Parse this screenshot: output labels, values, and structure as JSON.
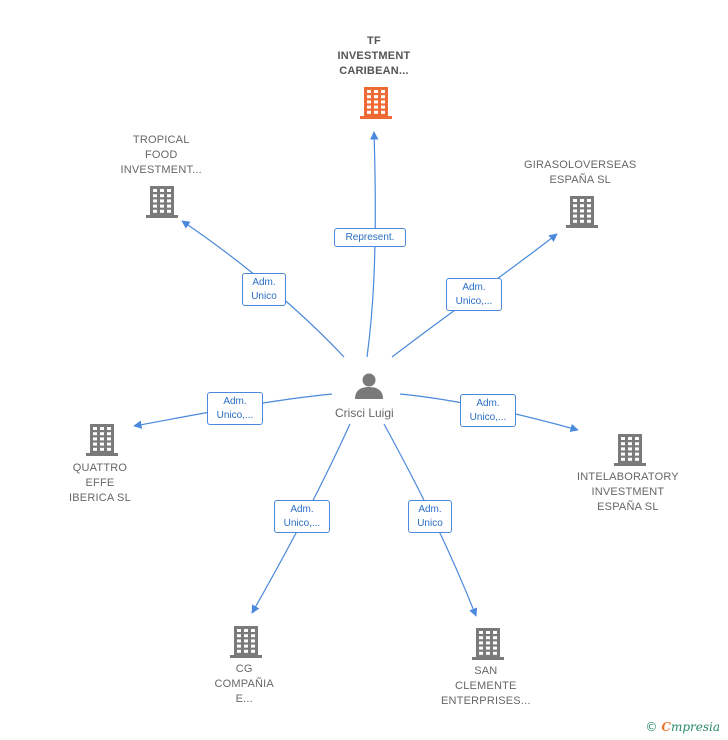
{
  "center": {
    "name": "Crisci Luigi",
    "icon": "person-icon"
  },
  "colors": {
    "edge": "#4a89dc",
    "building": "#7a7a7a",
    "building_main": "#f06a35"
  },
  "nodes": [
    {
      "id": "tf",
      "lines": [
        "TF",
        "INVESTMENT",
        "CARIBEAN..."
      ],
      "main": true,
      "icon": "building-icon"
    },
    {
      "id": "tropical",
      "lines": [
        "TROPICAL",
        "FOOD",
        "INVESTMENT..."
      ],
      "icon": "building-icon"
    },
    {
      "id": "girasol",
      "lines": [
        "GIRASOLOVERSEAS",
        "ESPAÑA  SL"
      ],
      "icon": "building-icon"
    },
    {
      "id": "quattro",
      "lines": [
        "QUATTRO",
        "EFFE",
        "IBERICA  SL"
      ],
      "icon": "building-icon"
    },
    {
      "id": "intelab",
      "lines": [
        "INTELABORATORY",
        "INVESTMENT",
        "ESPAÑA  SL"
      ],
      "icon": "building-icon"
    },
    {
      "id": "cg",
      "lines": [
        "CG",
        "COMPAÑIA",
        "E..."
      ],
      "icon": "building-icon"
    },
    {
      "id": "sanclemente",
      "lines": [
        "SAN",
        "CLEMENTE",
        "ENTERPRISES..."
      ],
      "icon": "building-icon"
    }
  ],
  "edges": [
    {
      "to": "tf",
      "lines": [
        "Represent."
      ]
    },
    {
      "to": "tropical",
      "lines": [
        "Adm.",
        "Unico"
      ]
    },
    {
      "to": "girasol",
      "lines": [
        "Adm.",
        "Unico,..."
      ]
    },
    {
      "to": "quattro",
      "lines": [
        "Adm.",
        "Unico,..."
      ]
    },
    {
      "to": "intelab",
      "lines": [
        "Adm.",
        "Unico,..."
      ]
    },
    {
      "to": "cg",
      "lines": [
        "Adm.",
        "Unico,..."
      ]
    },
    {
      "to": "sanclemente",
      "lines": [
        "Adm.",
        "Unico"
      ]
    }
  ],
  "footer": {
    "copyright": "©",
    "brand_first": "C",
    "brand_rest": "mpresia"
  }
}
